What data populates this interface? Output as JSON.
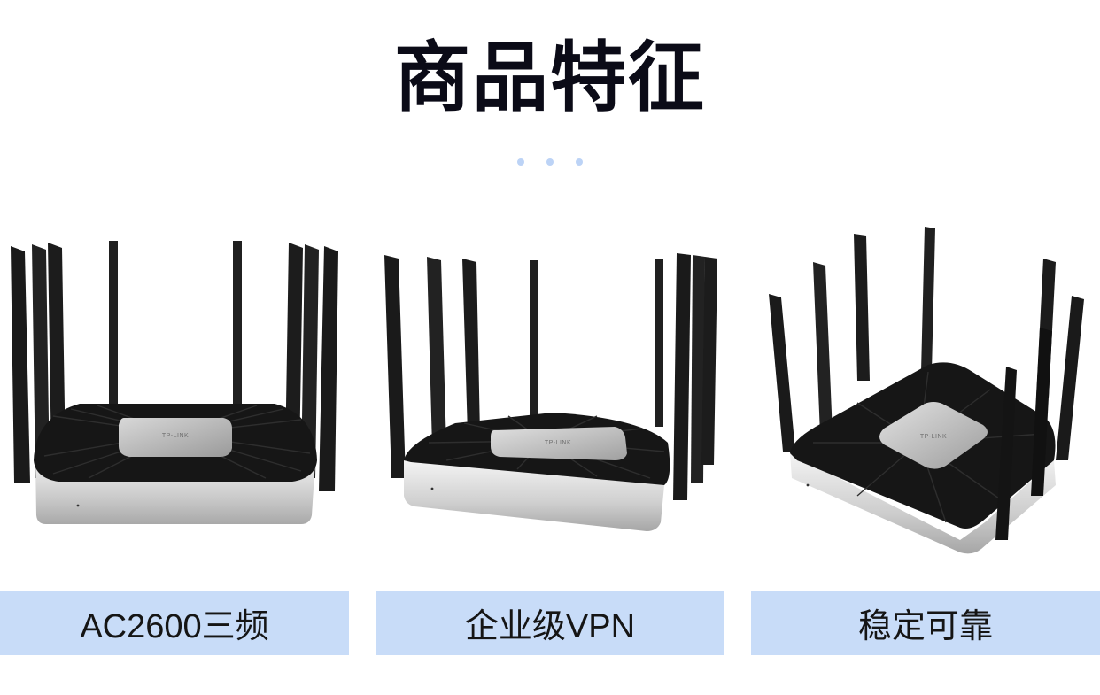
{
  "page": {
    "title": "商品特征"
  },
  "features": [
    {
      "label": "AC2600三频",
      "image": "router-front-view",
      "brand": "TP-LINK"
    },
    {
      "label": "企业级VPN",
      "image": "router-angled-view",
      "brand": "TP-LINK"
    },
    {
      "label": "稳定可靠",
      "image": "router-top-angled-view",
      "brand": "TP-LINK"
    }
  ],
  "colors": {
    "accent": "#c8dcf8",
    "dots": "#bcd3f6",
    "title": "#0b0b17"
  }
}
